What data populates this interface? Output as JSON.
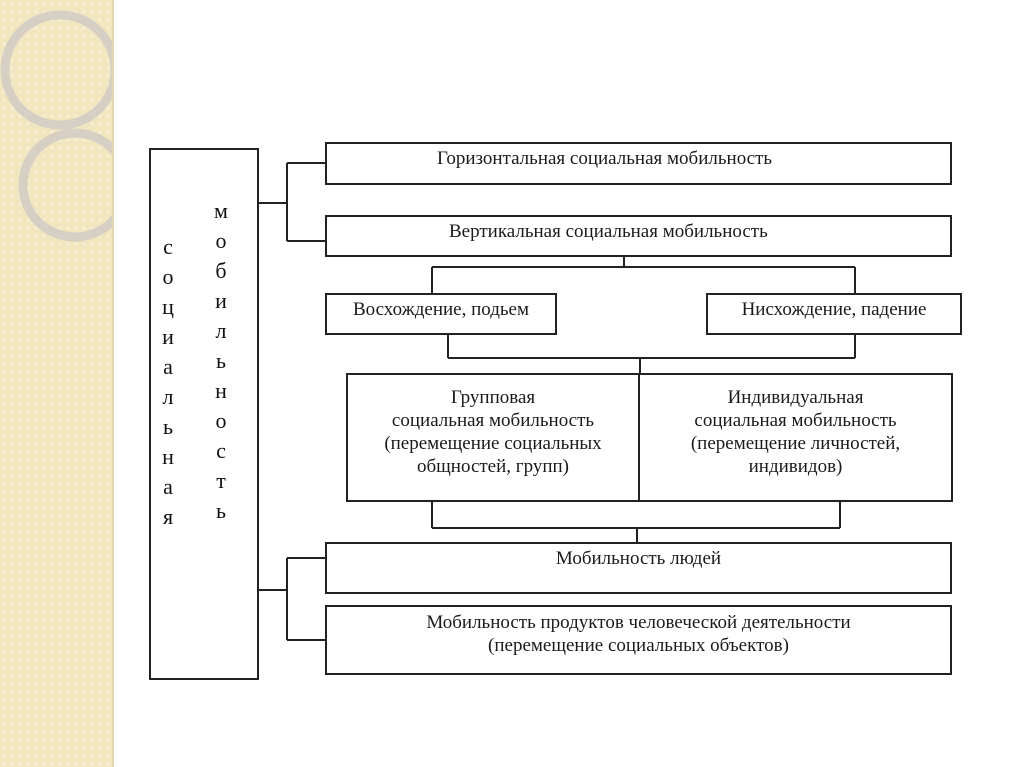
{
  "diagram": {
    "root_col1": [
      "с",
      "о",
      "ц",
      "и",
      "а",
      "л",
      "ь",
      "н",
      "а",
      "я"
    ],
    "root_col2": [
      "м",
      "о",
      "б",
      "и",
      "л",
      "ь",
      "н",
      "о",
      "с",
      "т",
      "ь"
    ],
    "horizontal": "Горизонтальная социальная мобильность",
    "vertical": "Вертикальная социальная мобильность",
    "ascent": "Восхождение, подьем",
    "descent": "Нисхождение, падение",
    "group": [
      "Групповая",
      "социальная мобильность",
      "(перемещение социальных",
      "общностей, групп)"
    ],
    "individual": [
      "Индивидуальная",
      "социальная мобильность",
      "(перемещение личностей,",
      "индивидов)"
    ],
    "people": "Мобильность людей",
    "products": [
      "Мобильность продуктов человеческой деятельности",
      "(перемещение социальных объектов)"
    ]
  },
  "colors": {
    "line": "#222222",
    "strip": "#f2e6bf"
  }
}
